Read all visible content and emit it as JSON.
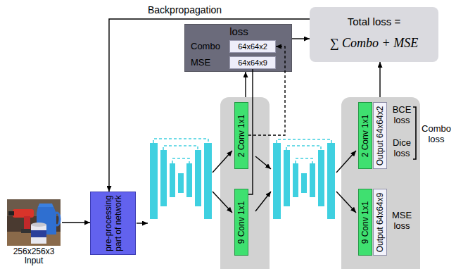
{
  "diagram": {
    "nodes": [
      {
        "text": [
          "loss",
          "Combo",
          "MSE"
        ]
      },
      {
        "text": [
          "64x64x2"
        ],
        "in": 0
      },
      {
        "text": [
          "64x64x9"
        ],
        "in": 0
      },
      {
        "text": [
          "Total loss =",
          "∑ Combo + MSE"
        ]
      },
      {
        "text": [
          "256x256x3 Input"
        ]
      },
      {
        "text": [
          "pre-processing part of network"
        ]
      },
      {
        "text": []
      },
      {
        "text": [
          "2 Conv 1x1"
        ],
        "in": 6
      },
      {
        "text": [
          "9 Conv 1x1"
        ],
        "in": 6
      },
      {
        "text": []
      },
      {
        "text": [
          "2 Conv 1x1"
        ],
        "in": 9
      },
      {
        "text": [
          "Output 64x64x2"
        ],
        "in": 9
      },
      {
        "text": [
          "9 Conv 1x1"
        ],
        "in": 9
      },
      {
        "text": [
          "Output 64x64x9"
        ],
        "in": 9
      }
    ],
    "edges": [
      {
        "from": 4,
        "to": 5,
        "arrow": "to"
      },
      {
        "from": 0,
        "to": 3,
        "arrow": "to"
      },
      {
        "from": 3,
        "to": 5,
        "arrow": "to",
        "label": "Backpropagation"
      },
      {
        "from": 6,
        "to": 0,
        "arrow": "to"
      },
      {
        "from": 8,
        "to": 2,
        "arrow": "none"
      },
      {
        "from": 7,
        "to": 1,
        "arrow": "to"
      },
      {
        "from": 9,
        "to": 3,
        "arrow": "to"
      }
    ],
    "labels": [
      "BCE loss",
      "Dice loss",
      "Combo loss",
      "MSE loss"
    ]
  }
}
